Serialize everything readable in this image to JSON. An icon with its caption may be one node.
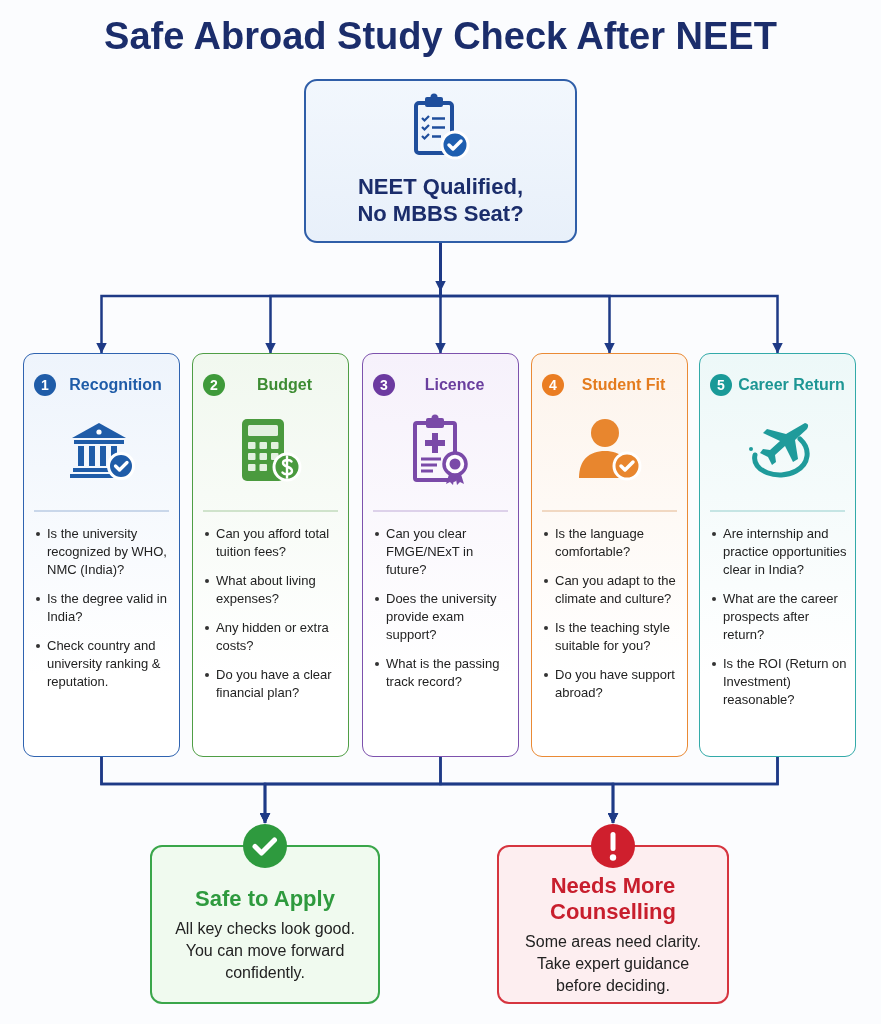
{
  "diagram": {
    "title": "Safe Abroad Study Check After NEET",
    "nodes": [
      {
        "text": [
          "NEET Qualified, No MBBS Seat?"
        ]
      },
      {
        "text": [
          "1",
          "Recognition",
          "Is the university recognized by WHO, NMC (India)?",
          "Is the degree valid in India?",
          "Check country and university ranking & reputation."
        ]
      },
      {
        "text": [
          "2",
          "Budget",
          "Can you afford total tuition fees?",
          "What about living expenses?",
          "Any hidden or extra costs?",
          "Do you have a clear financial plan?"
        ]
      },
      {
        "text": [
          "3",
          "Licence",
          "Can you clear FMGE/NExT in future?",
          "Does the university provide exam support?",
          "What is the passing track record?"
        ]
      },
      {
        "text": [
          "4",
          "Student Fit",
          "Is the language comfortable?",
          "Can you adapt to the climate and culture?",
          "Is the teaching style suitable for you?",
          "Do you have support abroad?"
        ]
      },
      {
        "text": [
          "5",
          "Career Return",
          "Are internship and practice opportunities clear in India?",
          "What are the career prospects after return?",
          "Is the ROI (Return on Investment) reasonable?"
        ]
      },
      {
        "text": [
          "Safe to Apply",
          "All key checks look good. You can move forward confidently."
        ]
      },
      {
        "text": [
          "Needs More Counselling",
          "Some areas need clarity. Take expert guidance before deciding."
        ]
      }
    ],
    "edges": [
      {
        "from": 0,
        "to": 1,
        "arrow": "to"
      },
      {
        "from": 0,
        "to": 2,
        "arrow": "to"
      },
      {
        "from": 0,
        "to": 3,
        "arrow": "to"
      },
      {
        "from": 0,
        "to": 4,
        "arrow": "to"
      },
      {
        "from": 0,
        "to": 5,
        "arrow": "to"
      },
      {
        "from": 1,
        "to": 6,
        "arrow": "to"
      },
      {
        "from": 3,
        "to": 6,
        "arrow": "to"
      },
      {
        "from": 5,
        "to": 6,
        "arrow": "to"
      },
      {
        "from": 1,
        "to": 7,
        "arrow": "to"
      },
      {
        "from": 3,
        "to": 7,
        "arrow": "to"
      },
      {
        "from": 5,
        "to": 7,
        "arrow": "to"
      }
    ]
  }
}
